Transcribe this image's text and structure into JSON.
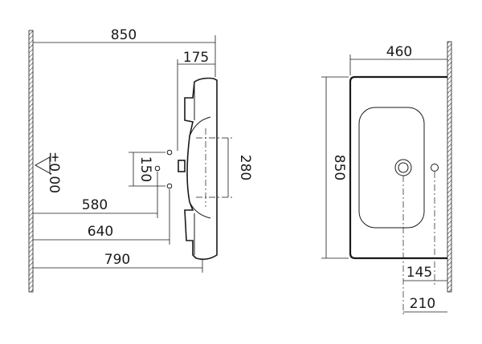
{
  "dimensions": {
    "side_view": {
      "overall_depth": "850",
      "front_depth": "175",
      "waste_spacing": "150",
      "tap_hole_spacing": "280",
      "level_reference": "±0.00",
      "height_580": "580",
      "height_640": "640",
      "height_790": "790"
    },
    "plan_view": {
      "width": "460",
      "length": "850",
      "waste_offset": "145",
      "tap_offset": "210"
    }
  }
}
